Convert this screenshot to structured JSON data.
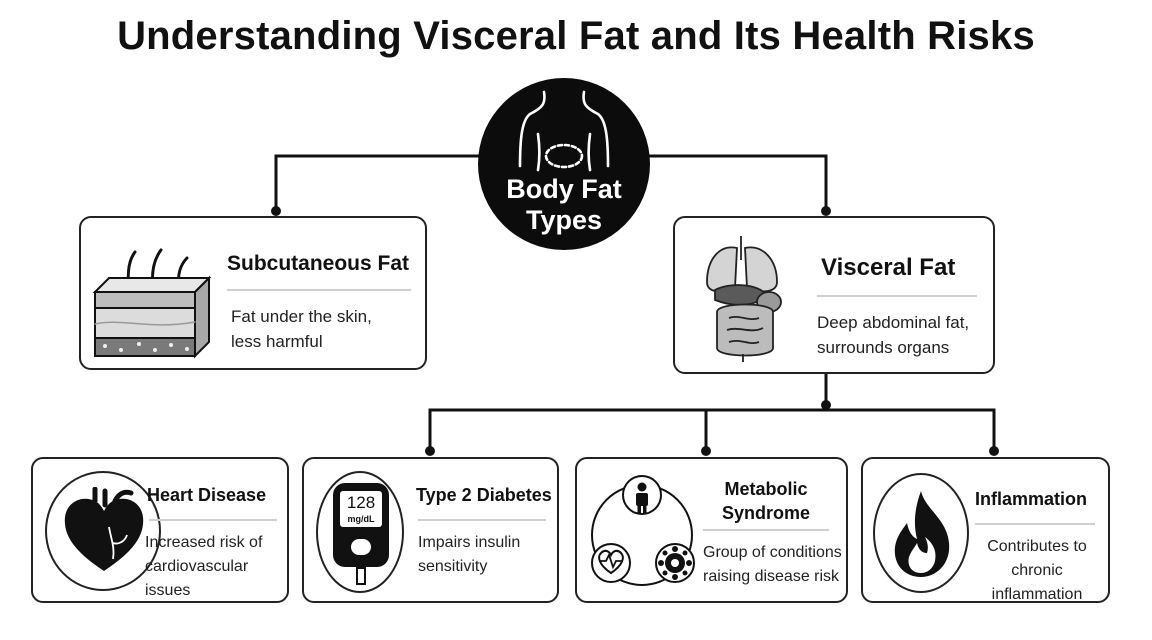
{
  "title": "Understanding Visceral Fat and Its Health Risks",
  "root": {
    "label_line1": "Body Fat",
    "label_line2": "Types",
    "icon": "torso-icon"
  },
  "types": [
    {
      "title": "Subcutaneous Fat",
      "desc_line1": "Fat under the skin,",
      "desc_line2": "less harmful",
      "icon": "skin-layers-icon"
    },
    {
      "title": "Visceral Fat",
      "desc_line1": "Deep abdominal fat,",
      "desc_line2": "surrounds organs",
      "icon": "organs-icon"
    }
  ],
  "risks": [
    {
      "title": "Heart Disease",
      "desc_line1": "Increased risk of",
      "desc_line2": "cardiovascular issues",
      "icon": "heart-icon"
    },
    {
      "title": "Type 2 Diabetes",
      "desc_line1": "Impairs insulin",
      "desc_line2": "sensitivity",
      "icon": "glucose-meter-icon",
      "meter_value": "128",
      "meter_unit": "mg/dL"
    },
    {
      "title_line1": "Metabolic",
      "title_line2": "Syndrome",
      "desc_line1": "Group of conditions",
      "desc_line2": "raising disease risk",
      "icon": "metabolic-cycle-icon"
    },
    {
      "title": "Inflammation",
      "desc_line1": "Contributes to",
      "desc_line2": "chronic inflammation",
      "icon": "flame-icon"
    }
  ]
}
